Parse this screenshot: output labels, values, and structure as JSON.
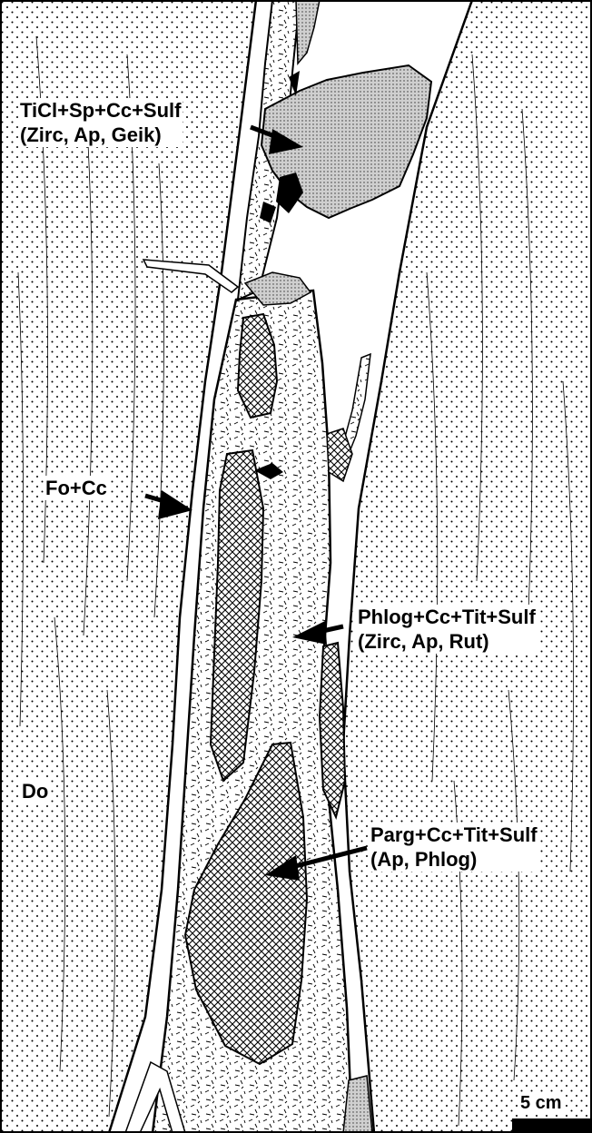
{
  "figure": {
    "labels": {
      "ticl_assemblage": {
        "line1": "TiCl+Sp+Cc+Sulf",
        "line2": "(Zirc, Ap, Geik)"
      },
      "fo_cc": {
        "line1": "Fo+Cc"
      },
      "phlog_assemblage": {
        "line1": "Phlog+Cc+Tit+Sulf",
        "line2": "(Zirc, Ap, Rut)"
      },
      "parg_assemblage": {
        "line1": "Parg+Cc+Tit+Sulf",
        "line2": "(Ap, Phlog)"
      },
      "host_rock": {
        "line1": "Do"
      }
    },
    "scale_bar": {
      "label": "5 cm"
    },
    "colors": {
      "ink": "#000000",
      "paper": "#ffffff",
      "stipple_fill": "#d8d8d8"
    }
  }
}
